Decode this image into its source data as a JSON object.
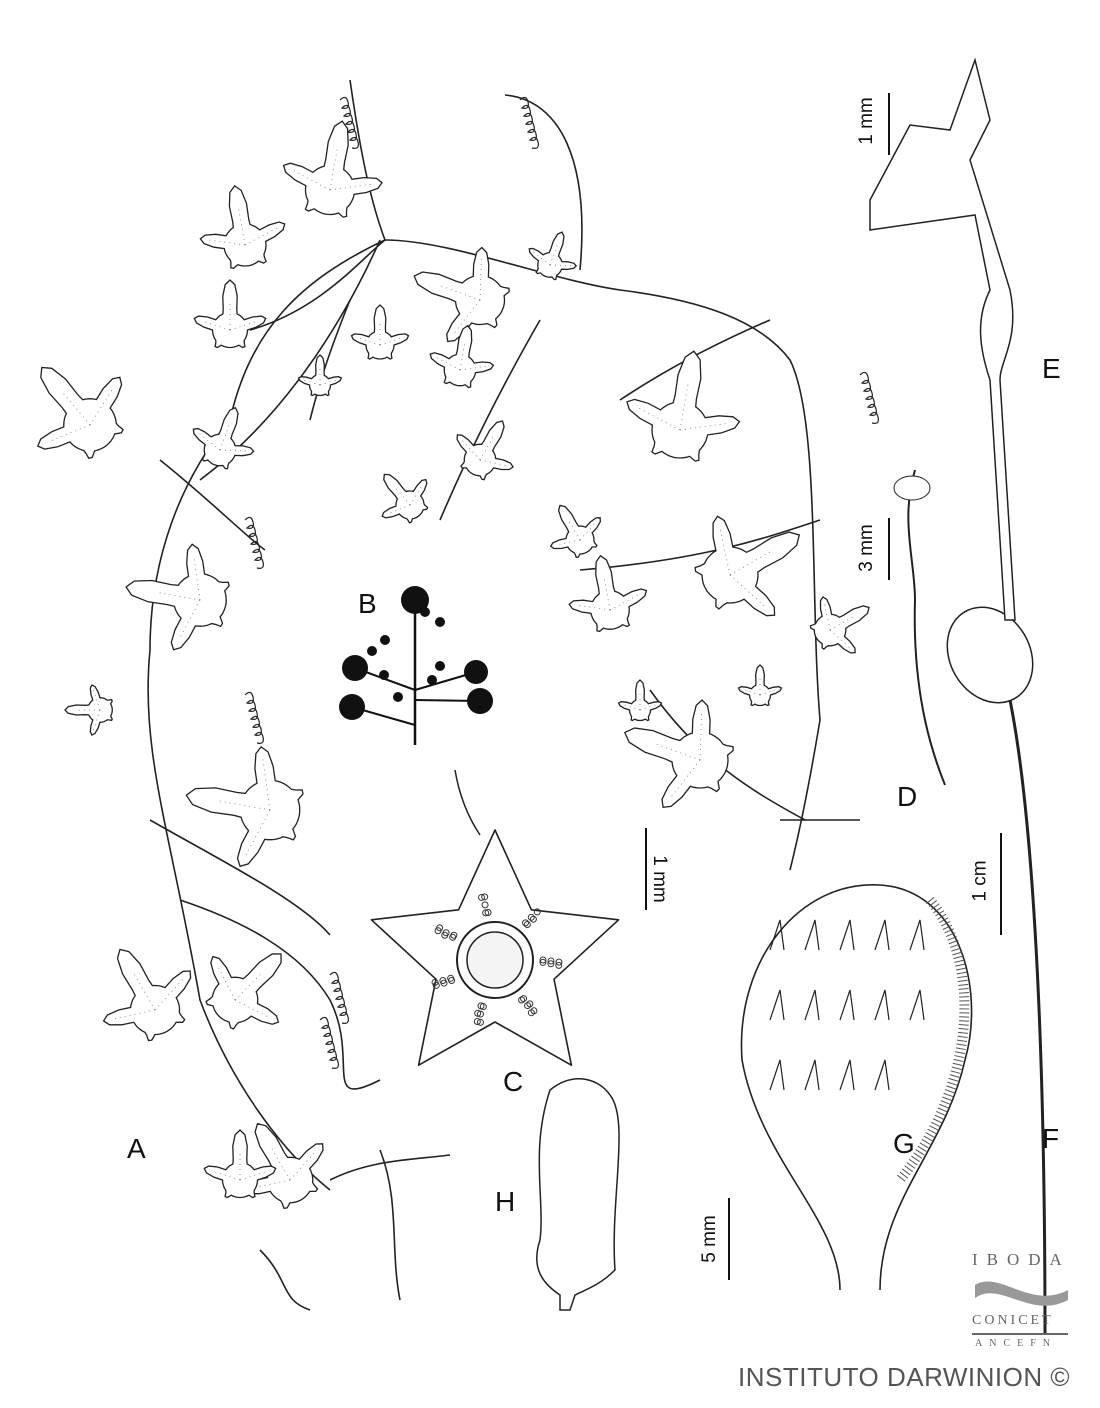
{
  "figure": {
    "panel_labels": {
      "A": "A",
      "B": "B",
      "C": "C",
      "D": "D",
      "E": "E",
      "F": "F",
      "G": "G",
      "H": "H"
    },
    "scale_bars": {
      "E": "1 mm",
      "D": "3 mm",
      "F": "1 cm",
      "C": "1 mm",
      "H": "5 mm"
    }
  },
  "logo": {
    "top": "IBODA",
    "middle": "CONICET",
    "bottom": "ANCEFN"
  },
  "footer": {
    "credit": "INSTITUTO DARWINION ©"
  }
}
